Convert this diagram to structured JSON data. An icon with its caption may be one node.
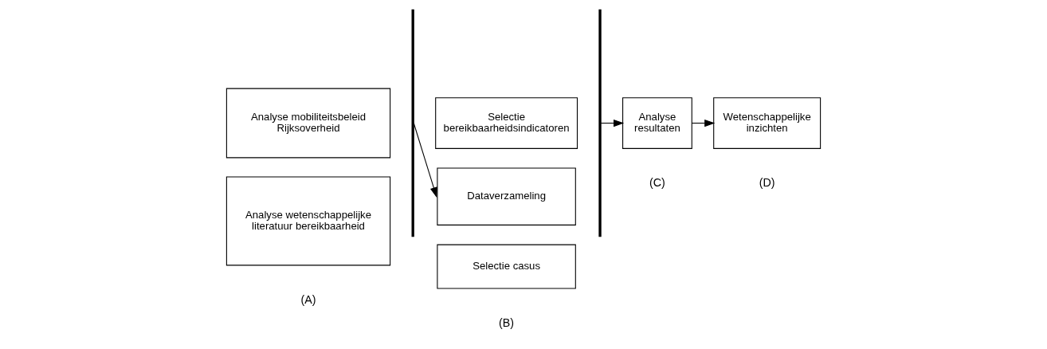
{
  "diagram": {
    "nodes": [
      {
        "text": [
          "Analyse mobiliteitsbeleid Rijksoverheid"
        ]
      },
      {
        "text": [
          "Analyse wetenschappelijke literatuur bereikbaarheid"
        ]
      },
      {
        "text": [],
        "shape": "bar"
      },
      {
        "text": [
          "Selectie bereikbaarheidsindicatoren"
        ]
      },
      {
        "text": [
          "Dataverzameling"
        ]
      },
      {
        "text": [
          "Selectie casus"
        ]
      },
      {
        "text": [],
        "shape": "bar"
      },
      {
        "text": [
          "Analyse resultaten"
        ]
      },
      {
        "text": [
          "Wetenschappelijke inzichten"
        ]
      }
    ],
    "edges": [
      {
        "from": 2,
        "to": 4,
        "arrow": "to"
      },
      {
        "from": 6,
        "to": 7,
        "arrow": "to"
      },
      {
        "from": 7,
        "to": 8,
        "arrow": "to"
      }
    ],
    "labels": [
      "(A)",
      "(B)",
      "(C)",
      "(D)"
    ]
  }
}
